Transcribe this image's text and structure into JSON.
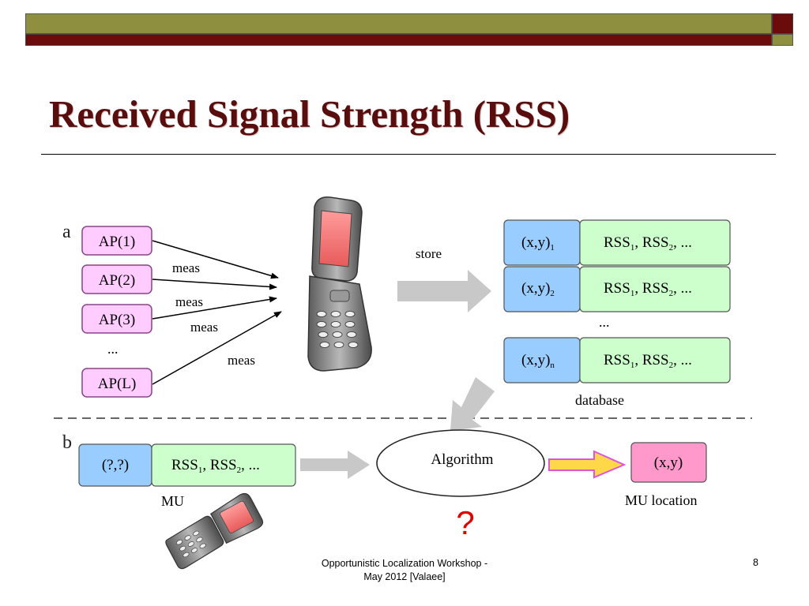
{
  "slide": {
    "title": "Received Signal Strength (RSS)",
    "footer_line1": "Opportunistic Localization Workshop -",
    "footer_line2": "May 2012  [Valaee]",
    "page_number": "8"
  },
  "diagram": {
    "panel_a_label": "a",
    "panel_b_label": "b",
    "access_points": [
      "AP(1)",
      "AP(2)",
      "AP(3)",
      "AP(L)"
    ],
    "ap_ellipsis": "...",
    "meas_labels": [
      "meas",
      "meas",
      "meas",
      "meas"
    ],
    "store_label": "store",
    "database_rows": [
      {
        "position": "(x,y)",
        "subscript": "1",
        "rss": [
          "RSS",
          "1",
          ", RSS",
          "2",
          ", ..."
        ]
      },
      {
        "position": "(x,y)",
        "subscript": "2",
        "rss": [
          "RSS",
          "1",
          ", RSS",
          "2",
          ", ..."
        ]
      },
      {
        "position": "(x,y)",
        "subscript": "n",
        "rss": [
          "RSS",
          "1",
          ", RSS",
          "2",
          ", ..."
        ]
      }
    ],
    "db_ellipsis": "...",
    "database_label": "database",
    "mu_position": "(?,?)",
    "mu_rss": [
      "RSS",
      "1",
      ", RSS",
      "2",
      ", ..."
    ],
    "mu_label": "MU",
    "algorithm_label": "Algorithm",
    "question_mark": "?",
    "result_label": "(x,y)",
    "mu_location_label": "MU location",
    "colors": {
      "ap_fill": "#ffccff",
      "ap_stroke": "#884488",
      "pos_fill": "#99ccff",
      "rss_fill": "#ccffcc",
      "result_fill": "#ff99cc",
      "gray_arrow": "#c8c8c8",
      "yellow_arrow": "#ffd84a",
      "question": "#e00000"
    }
  }
}
